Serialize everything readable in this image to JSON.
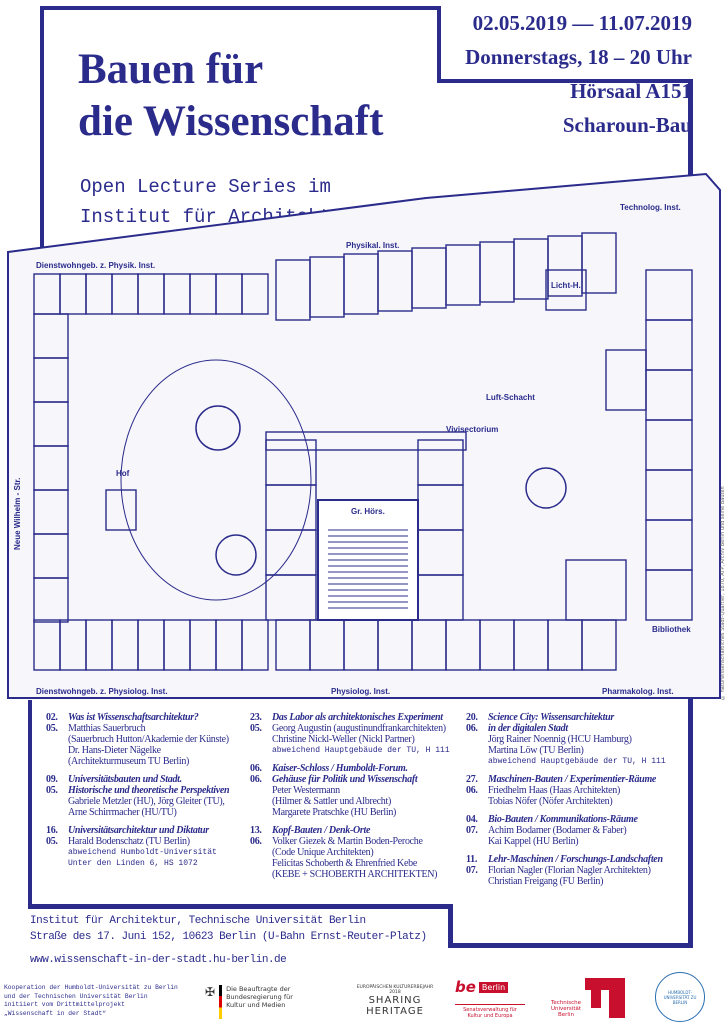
{
  "title": {
    "line1": "Bauen für",
    "line2": "die Wissenschaft"
  },
  "subtitle": {
    "line1": "Open Lecture Series im",
    "line2": "Institut für Architektur"
  },
  "info": {
    "dates": "02.05.2019 — 11.07.2019",
    "time": "Donnerstags, 18 – 20 Uhr",
    "room": "Hörsaal A151",
    "building": "Scharoun-Bau"
  },
  "map_labels": {
    "top_left": "Dienstwohngeb. z. Physik. Inst.",
    "top_mid": "Physikal. Inst.",
    "top_right": "Technolog. Inst.",
    "street": "Neue Wilhelm - Str.",
    "bottom_left": "Dienstwohngeb. z. Physiolog. Inst.",
    "bottom_mid": "Physiolog. Inst.",
    "bottom_right": "Pharmakolog. Inst.",
    "hall": "Gr. Hörs.",
    "viv": "Vivisectorium",
    "shaft": "Luft-Schacht",
    "light": "Licht-H.",
    "library": "Bibliothek",
    "yard": "Hof"
  },
  "credit": "© naturwissenschaftliches Stadt-Quartier, 1870, ATP, Archiv Berlin und seine Bauten",
  "lectures": [
    [
      {
        "d1": "02.",
        "d2": "05.",
        "t1": "Was ist Wissenschaftsarchitektur?",
        "t2": "",
        "people": [
          "Matthias Sauerbruch",
          "(Sauerbruch Hutton/Akademie der Künste)",
          "Dr. Hans-Dieter Nägelke",
          "(Architekturmuseum TU Berlin)"
        ],
        "note": ""
      },
      {
        "d1": "09.",
        "d2": "05.",
        "t1": "Universitätsbauten und Stadt.",
        "t2": "Historische und theoretische Perspektiven",
        "people": [
          "Gabriele Metzler (HU), Jörg Gleiter (TU),",
          "Arne Schirrmacher (HU/TU)"
        ],
        "note": ""
      },
      {
        "d1": "16.",
        "d2": "05.",
        "t1": "Universitätsarchitektur und Diktatur",
        "t2": "",
        "people": [
          "Harald Bodenschatz (TU Berlin)"
        ],
        "note": "abweichend Humboldt-Universität",
        "note2": "Unter den Linden 6, HS 1072"
      }
    ],
    [
      {
        "d1": "23.",
        "d2": "05.",
        "t1": "Das Labor als architektonisches Experiment",
        "t2": "",
        "people": [
          "Georg Augustin (augustinundfrankarchitekten)",
          "Christine Nickl-Weller (Nickl Partner)"
        ],
        "note": "abweichend Hauptgebäude der TU, H 111"
      },
      {
        "d1": "06.",
        "d2": "06.",
        "t1": "Kaiser-Schloss / Humboldt-Forum.",
        "t2": "Gehäuse für Politik und Wissenschaft",
        "people": [
          "Peter Westermann",
          "(Hilmer & Sattler und Albrecht)",
          "Margarete Pratschke (HU Berlin)"
        ],
        "note": ""
      },
      {
        "d1": "13.",
        "d2": "06.",
        "t1": "Kopf-Bauten / Denk-Orte",
        "t2": "",
        "people": [
          "Volker Giezek & Martin Boden-Peroche",
          "(Code Unique Architekten)",
          "Felicitas Schoberth & Ehrenfried Kebe",
          "(KEBE + SCHOBERTH ARCHITEKTEN)"
        ],
        "note": ""
      }
    ],
    [
      {
        "d1": "20.",
        "d2": "06.",
        "t1": "Science City: Wissensarchitektur",
        "t2": "in der digitalen Stadt",
        "people": [
          "Jörg Rainer Noennig (HCU Hamburg)",
          "Martina Löw (TU Berlin)"
        ],
        "note": "abweichend Hauptgebäude der TU, H 111"
      },
      {
        "d1": "27.",
        "d2": "06.",
        "t1": "Maschinen-Bauten / Experimentier-Räume",
        "t2": "",
        "people": [
          "Friedhelm Haas (Haas Architekten)",
          "Tobias Nöfer (Nöfer Architekten)"
        ],
        "note": ""
      },
      {
        "d1": "04.",
        "d2": "07.",
        "t1": "Bio-Bauten / Kommunikations-Räume",
        "t2": "",
        "people": [
          "Achim Bodamer (Bodamer & Faber)",
          "Kai Kappel (HU Berlin)"
        ],
        "note": ""
      },
      {
        "d1": "11.",
        "d2": "07.",
        "t1": "Lehr-Maschinen / Forschungs-Landschaften",
        "t2": "",
        "people": [
          "Florian Nagler (Florian Nagler Architekten)",
          "Christian Freigang (FU Berlin)"
        ],
        "note": ""
      }
    ]
  ],
  "address": {
    "line1": "Institut für Architektur, Technische Universität Berlin",
    "line2": "Straße des 17. Juni 152, 10623 Berlin (U-Bahn Ernst-Reuter-Platz)"
  },
  "url": "www.wissenschaft-in-der-stadt.hu-berlin.de",
  "coop": [
    "Kooperation der Humboldt-Universität zu Berlin",
    "und der Technischen Universität Berlin",
    "initiiert vom Drittmittelprojekt",
    "„Wissenschaft in der Stadt“"
  ],
  "logos": {
    "bkm": "Die Beauftragte der Bundesregierung für Kultur und Medien",
    "heritage_small": "EUROPÄISCHEN KULTURERBEJAHR 2018",
    "heritage": "SHARING HERITAGE",
    "berlin": "Berlin",
    "senat": "Senatsverwaltung für Kultur und Europa",
    "tu": "Technische Universität Berlin",
    "hu": "HUMBOLDT-UNIVERSITÄT ZU BERLIN"
  },
  "colors": {
    "accent": "#2b2b8c",
    "red": "#c8102e"
  }
}
